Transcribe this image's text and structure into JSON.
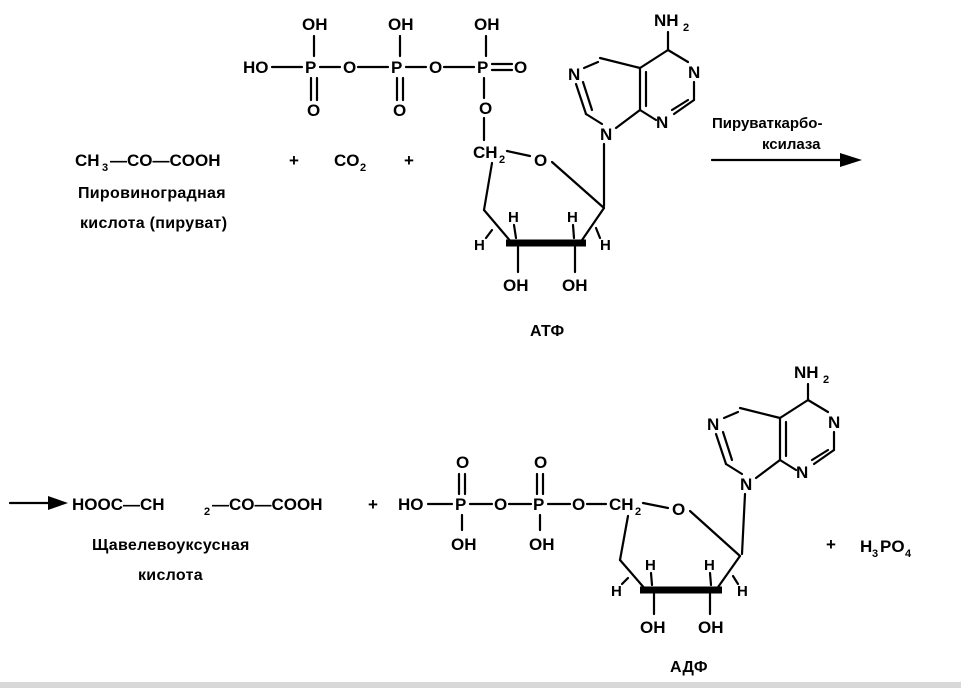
{
  "reaction": {
    "pyruvate_formula": [
      "CH",
      "3",
      "—CO—COOH"
    ],
    "pyruvate_name_line1": "Пировиноградная",
    "pyruvate_name_line2": "кислота (пируват)",
    "plus": "+",
    "co2": [
      "CO",
      "2"
    ],
    "enzyme_line1": "Пируваткарбо-",
    "enzyme_line2": "ксилаза",
    "atp_label": "АТФ",
    "oxaloacetate_formula": [
      "HOOC—CH",
      "2",
      "—CO—COOH"
    ],
    "oxaloacetate_name_line1": "Щавелевоуксусная",
    "oxaloacetate_name_line2": "кислота",
    "adp_label": "АДФ",
    "phosphate": [
      "H",
      "3",
      "PO",
      "4"
    ]
  },
  "atoms": {
    "OH": "OH",
    "HO": "HO",
    "P": "P",
    "O": "O",
    "N": "N",
    "NH": "NH",
    "two": "2",
    "H": "H",
    "CH": "CH"
  }
}
